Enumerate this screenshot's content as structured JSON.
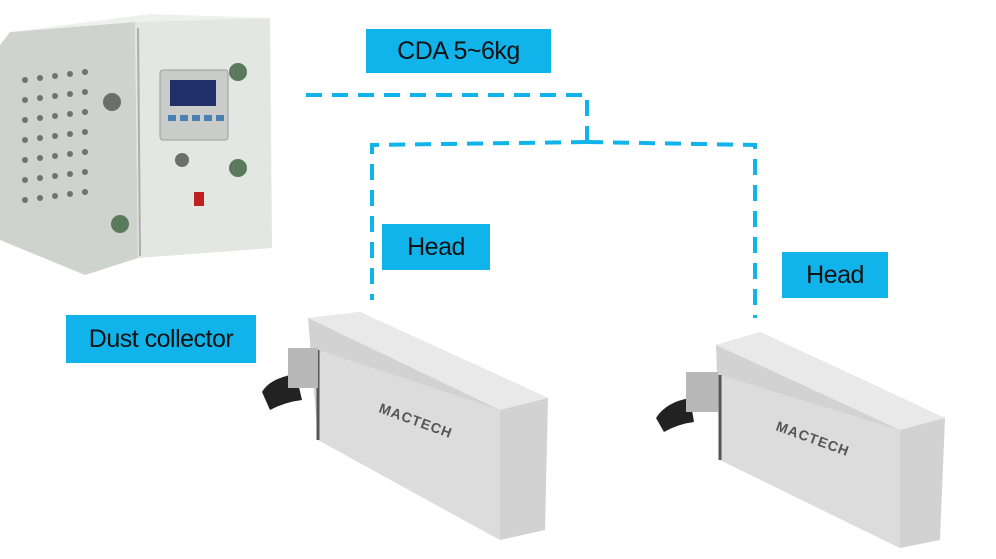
{
  "labels": {
    "cda": "CDA 5~6kg",
    "head_left": "Head",
    "head_right": "Head",
    "dust_collector": "Dust collector"
  },
  "devices": {
    "head_brand": "MACTECH"
  },
  "colors": {
    "accent": "#10b4ea",
    "line": "#10b4ea",
    "cabinet": "#d9dcd8",
    "head_body": "#dcdcdc"
  },
  "icons": [
    "dust-collector-cabinet",
    "head-unit"
  ]
}
